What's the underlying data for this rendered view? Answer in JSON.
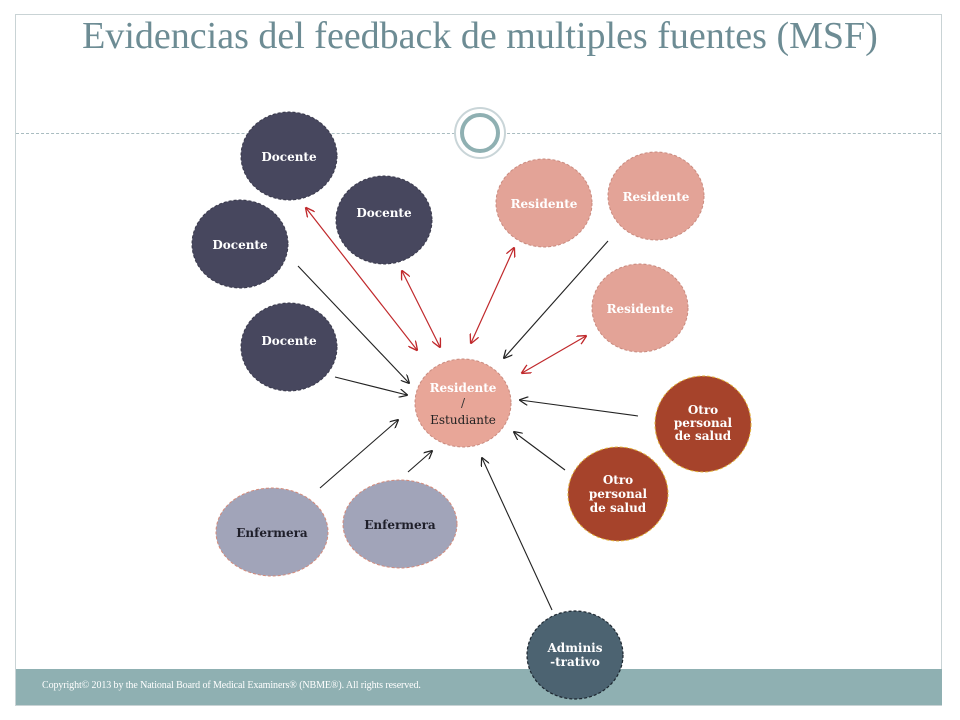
{
  "slide": {
    "title": "Evidencias del feedback de multiples fuentes (MSF)",
    "footer": "Copyright© 2013 by the National Board of Medical Examiners® (NBME®). All rights reserved."
  },
  "colors": {
    "title": "#6d8c94",
    "footer_band": "#8fb0b2",
    "docente": "#47475e",
    "residente_light": "#e3a397",
    "center": "#e8a698",
    "otro_personal": "#a6432b",
    "enfermera": "#a1a4b9",
    "administrativo": "#4c6371",
    "arrow_black": "#222222",
    "arrow_red": "#c0282b"
  },
  "center": {
    "line1": "Residente",
    "slash": "/",
    "line2": "Estudiante"
  },
  "nodes": {
    "docente_top": "Docente",
    "docente_mid": "Docente",
    "docente_left": "Docente",
    "docente_low": "Docente",
    "residente_1": "Residente",
    "residente_2": "Residente",
    "residente_3": "Residente",
    "otro_1": [
      "Otro",
      "personal",
      "de salud"
    ],
    "otro_2": [
      "Otro",
      "personal",
      "de salud"
    ],
    "enfermera_1": "Enfermera",
    "enfermera_2": "Enfermera",
    "administrativo": [
      "Adminis",
      "-trativo"
    ]
  }
}
